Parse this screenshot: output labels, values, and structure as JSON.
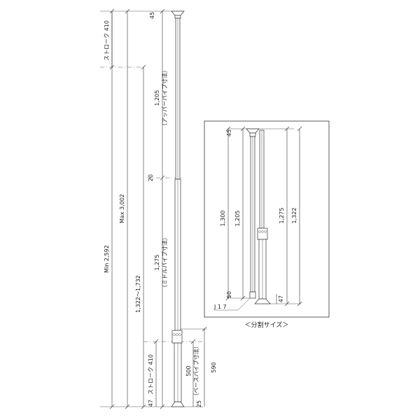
{
  "main_view": {
    "min_label": "Min 2,592",
    "max_label": "Max 3,002",
    "stroke_top": "ストローク 410",
    "stroke_bottom": "ストローク 410",
    "range_label": "1,322〜1,732",
    "upper_length": "1,205",
    "upper_caption": "（アッパーパイプ寸法）",
    "middle_length": "1,275",
    "middle_caption": "（ミドルパイプ寸法）",
    "base_length": "500",
    "base_caption": "（ベースパイプ寸法）",
    "base_total": "590",
    "dim_45": "45",
    "dim_20": "20",
    "dim_47": "47",
    "dim_25": "25"
  },
  "inset": {
    "dim_45": "45",
    "dim_1300": "1,300",
    "dim_1205": "1,205",
    "dim_50": "50",
    "dim_1275": "1,275",
    "dim_1322": "1,322",
    "dim_47": "47",
    "joint_label": "J 1 7",
    "caption": "＜分割サイズ＞"
  }
}
